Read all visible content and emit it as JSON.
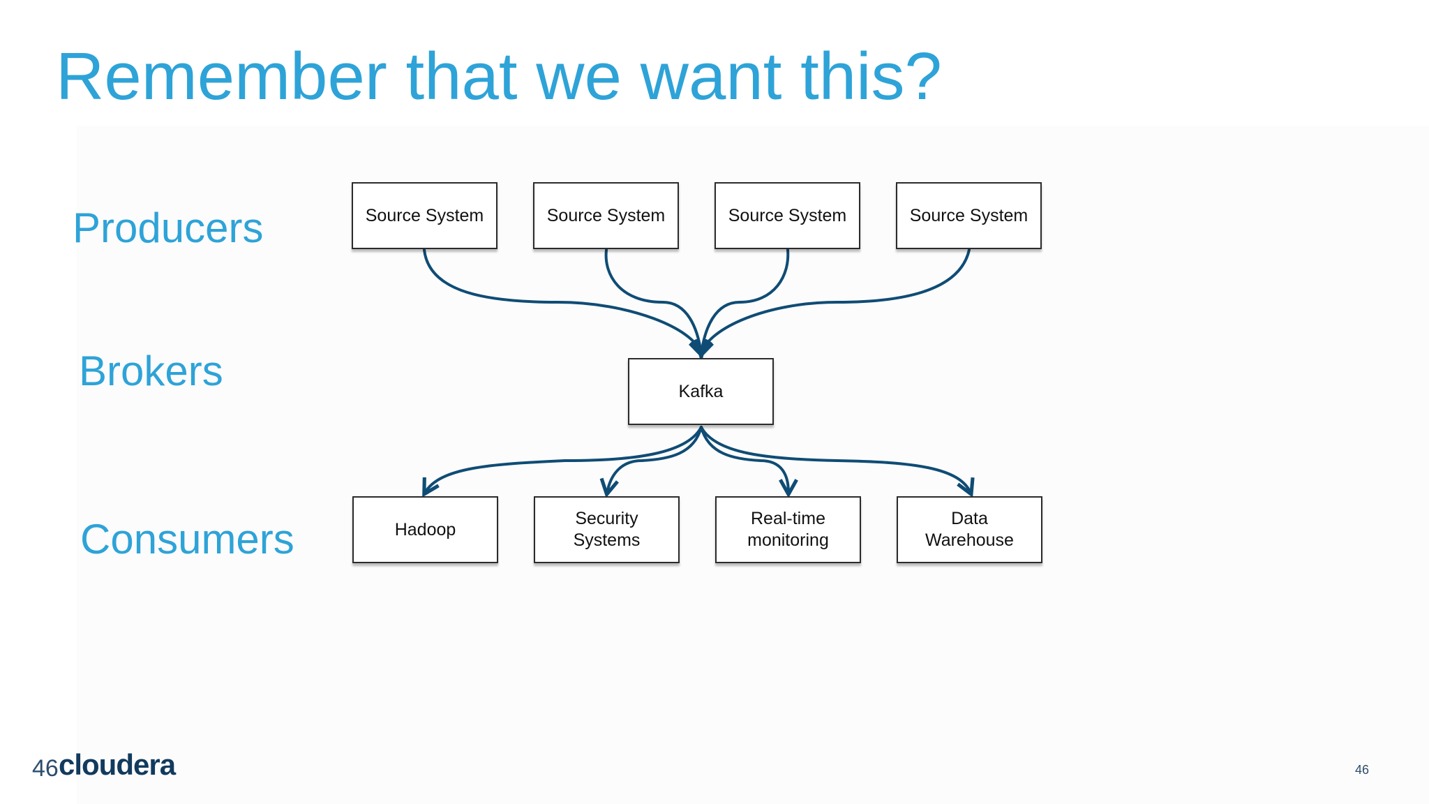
{
  "title": "Remember that we want this?",
  "labels": {
    "producers": "Producers",
    "brokers": "Brokers",
    "consumers": "Consumers"
  },
  "producers": [
    "Source System",
    "Source System",
    "Source System",
    "Source System"
  ],
  "broker": "Kafka",
  "consumers": [
    "Hadoop",
    "Security Systems",
    "Real-time monitoring",
    "Data Warehouse"
  ],
  "footer": {
    "slide_number_left": "46",
    "logo_text": "cloudera",
    "slide_number_right": "46"
  },
  "colors": {
    "title": "#2ea3d8",
    "arrow": "#0f4c75",
    "logo": "#123a5e"
  }
}
